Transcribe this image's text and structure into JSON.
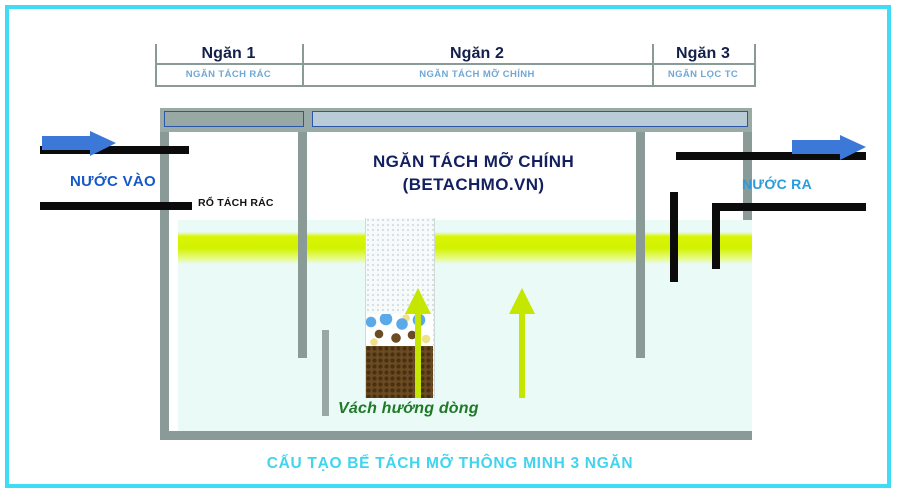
{
  "diagram": {
    "caption": "CẤU TẠO BỂ TÁCH MỠ THÔNG MINH 3 NGĂN",
    "main_title_line1": "NGĂN TÁCH MỠ CHÍNH",
    "main_title_line2": "(BETACHMO.VN)",
    "colors": {
      "frame_border": "#3fdcf5",
      "caption_text": "#3fd4f0",
      "main_title_text": "#12205f",
      "inlet_text": "#1559c9",
      "outlet_text": "#2a9bdc",
      "chamber_title_text": "#12204a",
      "chamber_sub_text": "#6fa8d6",
      "tank_wall": "#8a9a96",
      "lid_panel_border": "#2a57a8",
      "water": "#eafaf6",
      "grease_layer": "#d2f200",
      "flow_arrow": "#c4e600",
      "baffle_label_text": "#1f7a28",
      "inlet_arrow": "#3b78d8",
      "pipe": "#0b0b0b",
      "basket_media": "#6b4b22",
      "basket_debris": "#5aa9e8"
    },
    "chambers": [
      {
        "id": "chamber-1",
        "title": "Ngăn 1",
        "subtitle": "NGĂN TÁCH RÁC"
      },
      {
        "id": "chamber-2",
        "title": "Ngăn 2",
        "subtitle": "NGĂN TÁCH MỠ CHÍNH"
      },
      {
        "id": "chamber-3",
        "title": "Ngăn 3",
        "subtitle": "NGĂN LỌC TC"
      }
    ],
    "labels": {
      "inlet": "NƯỚC VÀO",
      "outlet": "NƯỚC RA",
      "basket": "RỔ TÁCH RÁC",
      "baffle": "Vách hướng dòng"
    },
    "flow_arrows": {
      "count": 2,
      "direction": "up",
      "color": "#c4e600"
    },
    "inlet_arrow_direction": "right",
    "outlet_arrow_direction": "right"
  }
}
